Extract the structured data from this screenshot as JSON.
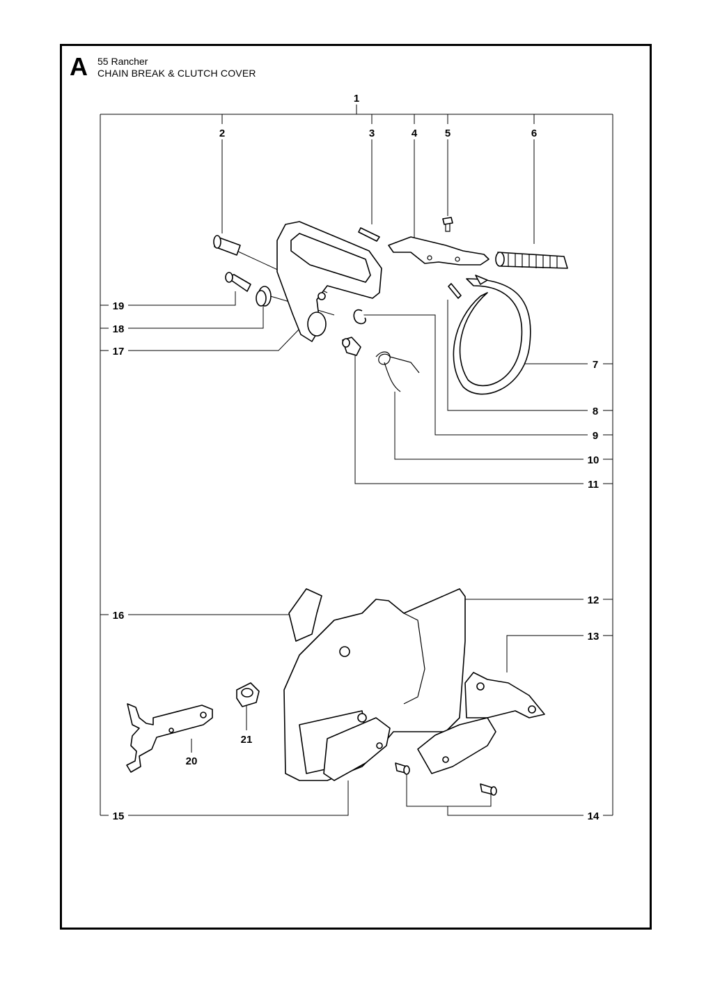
{
  "header": {
    "section_letter": "A",
    "model": "55 Rancher",
    "title": "CHAIN BREAK & CLUTCH COVER"
  },
  "callouts": [
    "1",
    "2",
    "3",
    "4",
    "5",
    "6",
    "7",
    "8",
    "9",
    "10",
    "11",
    "12",
    "13",
    "14",
    "15",
    "16",
    "17",
    "18",
    "19",
    "20",
    "21"
  ]
}
